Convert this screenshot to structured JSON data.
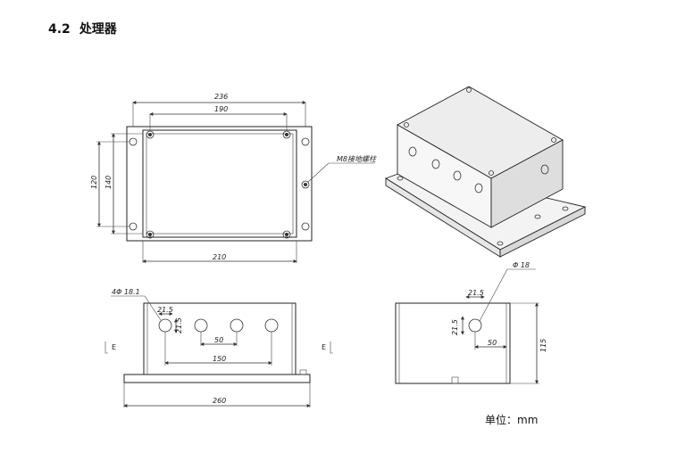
{
  "section": {
    "number": "4.2",
    "title": "处理器"
  },
  "top_view": {
    "dim_overall_width": "236",
    "dim_hole_spacing_x": "190",
    "dim_body_width": "210",
    "dim_height_outer": "140",
    "dim_height_inner": "120",
    "callout_ground": "M8接地螺柱"
  },
  "front_view": {
    "callout_holes": "4Φ 18.1",
    "dim_a": "21.5",
    "dim_b": "21.5",
    "dim_pitch": "50",
    "dim_span": "150",
    "dim_length": "260",
    "section_mark_left": "E",
    "section_mark_right": "E"
  },
  "side_view": {
    "callout_hole": "Φ 18",
    "dim_a": "21.5",
    "dim_b": "21.5",
    "dim_offset": "50",
    "dim_height": "115"
  },
  "unit_label": "单位：mm"
}
